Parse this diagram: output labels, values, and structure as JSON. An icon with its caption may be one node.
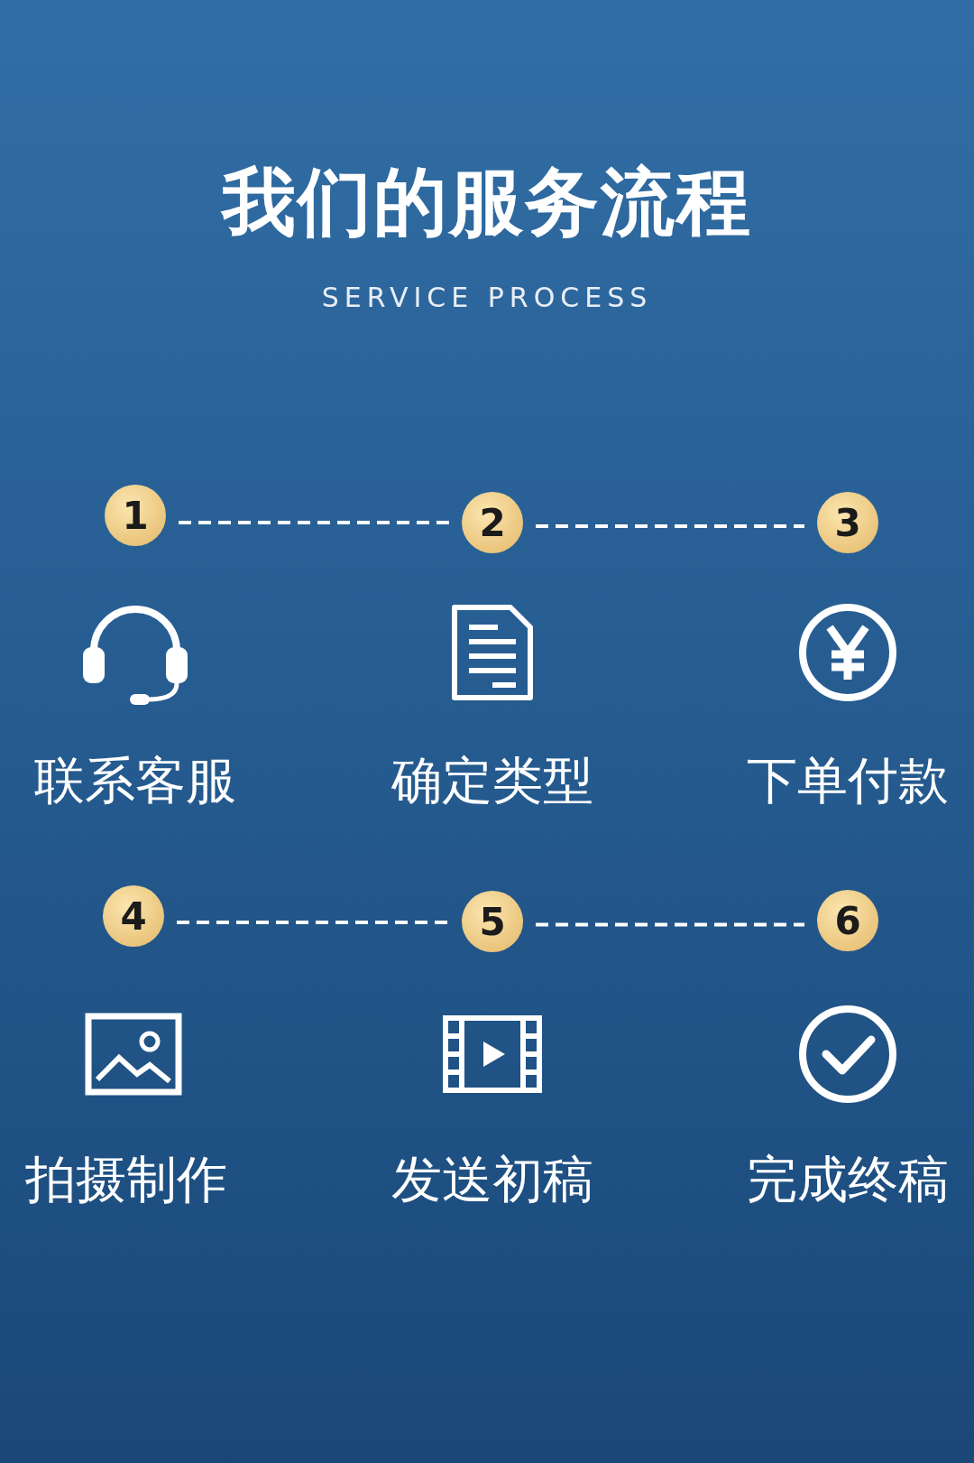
{
  "diagram": {
    "title": "我们的服务流程",
    "nodes": [
      {
        "text": [
          "1"
        ]
      },
      {
        "text": [
          "2"
        ]
      },
      {
        "text": [
          "3"
        ]
      },
      {
        "text": [
          "4"
        ]
      },
      {
        "text": [
          "5"
        ]
      },
      {
        "text": [
          "6"
        ]
      }
    ],
    "edges": [
      {
        "from": 0,
        "to": 1,
        "arrow": "none",
        "style": "dashed"
      },
      {
        "from": 1,
        "to": 2,
        "arrow": "none",
        "style": "dashed"
      },
      {
        "from": 3,
        "to": 4,
        "arrow": "none",
        "style": "dashed"
      },
      {
        "from": 4,
        "to": 5,
        "arrow": "none",
        "style": "dashed"
      }
    ],
    "labels": [
      "SERVICE PROCESS",
      "联系客服",
      "确定类型",
      "下单付款",
      "拍摄制作",
      "发送初稿",
      "完成终稿"
    ]
  }
}
